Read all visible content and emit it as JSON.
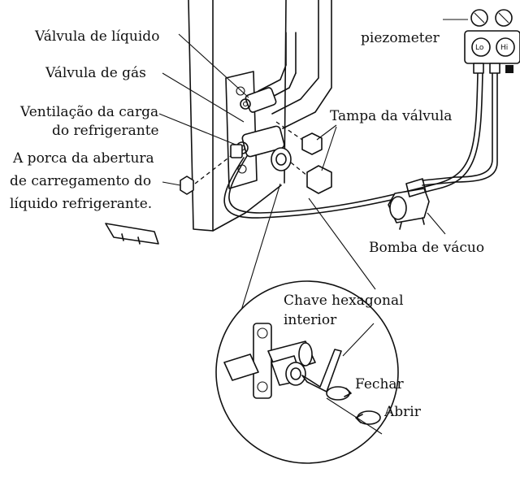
{
  "labels": {
    "liquid_valve": "Válvula de líquido",
    "gas_valve": "Válvula de gás",
    "vent_line1": "Ventilação da carga",
    "vent_line2": "do refrigerante",
    "nut_line1": "A porca da abertura",
    "nut_line2": "de carregamento do",
    "nut_line3": "líquido refrigerante.",
    "piezometer": "piezometer",
    "valve_cap": "Tampa da válvula",
    "vacuum_pump": "Bomba de vácuo",
    "hex_key_line1": "Chave hexagonal",
    "hex_key_line2": "interior",
    "close": "Fechar",
    "open": "Abrir"
  },
  "gauges": {
    "low": "Lo",
    "high": "Hi"
  }
}
